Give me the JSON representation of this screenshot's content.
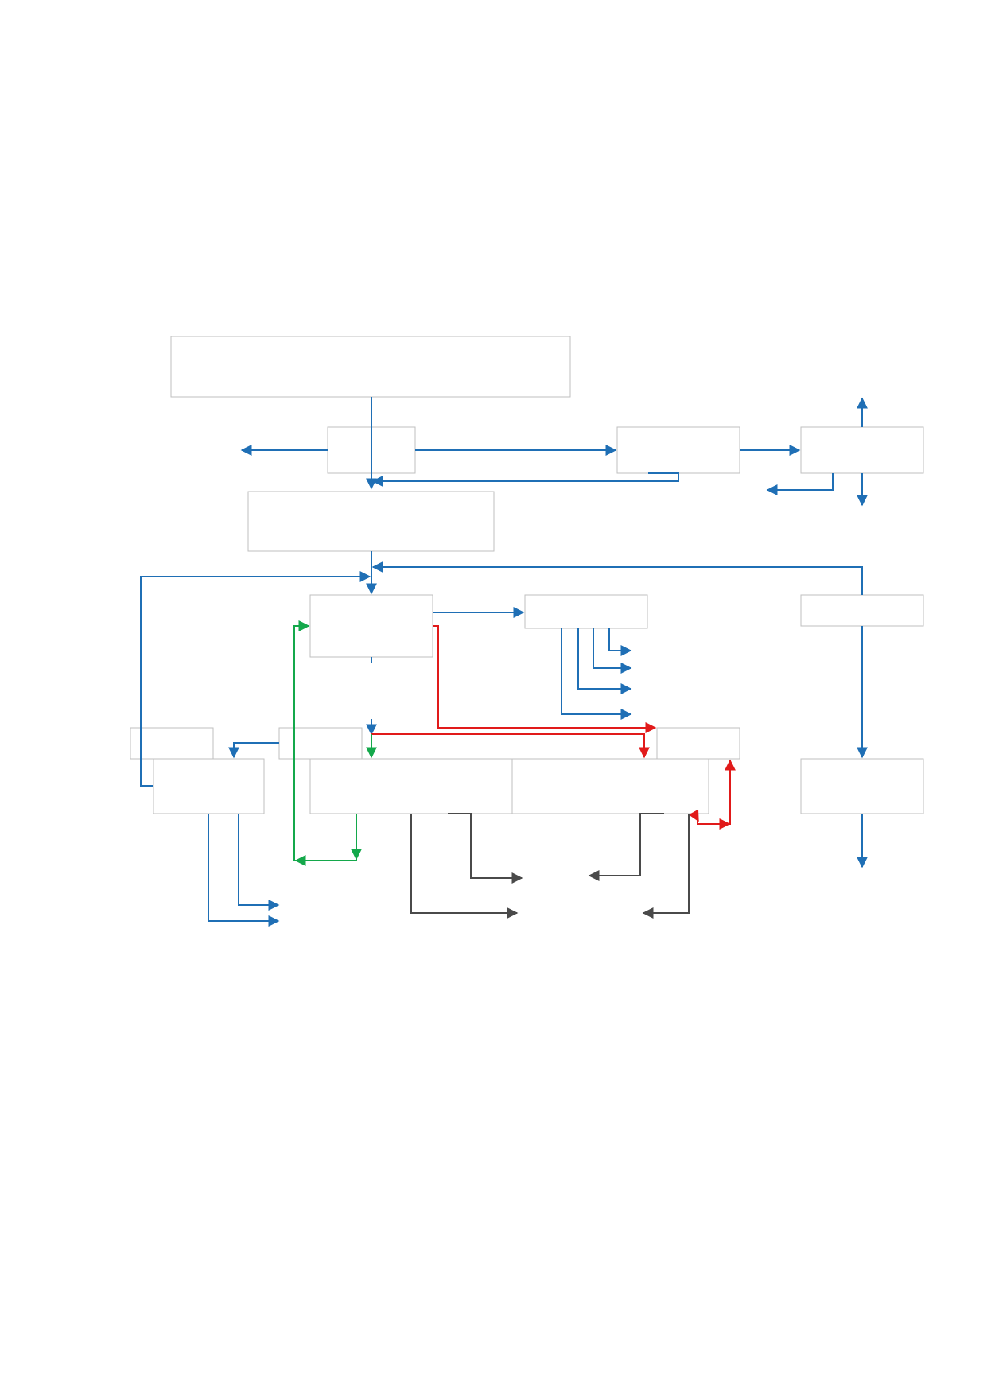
{
  "diagram": {
    "background": "#ffffff",
    "colors": {
      "box_border": "#bfbfbf",
      "blue": "#1f6fb5",
      "red": "#e11a1a",
      "green": "#14a84b",
      "dark": "#4a4a4a"
    },
    "boxes": [
      {
        "id": "box-top-wide",
        "label": ""
      },
      {
        "id": "box-row2-left",
        "label": ""
      },
      {
        "id": "box-row2-mid",
        "label": ""
      },
      {
        "id": "box-row2-right",
        "label": ""
      },
      {
        "id": "box-row3-wide",
        "label": ""
      },
      {
        "id": "box-row4-center",
        "label": ""
      },
      {
        "id": "box-row4-mid",
        "label": ""
      },
      {
        "id": "box-row4-right",
        "label": ""
      },
      {
        "id": "box-row5-small-left",
        "label": ""
      },
      {
        "id": "box-row5-small-center",
        "label": ""
      },
      {
        "id": "box-row5-small-right",
        "label": ""
      },
      {
        "id": "box-row6-left",
        "label": ""
      },
      {
        "id": "box-row6-center-left",
        "label": ""
      },
      {
        "id": "box-row6-center-right",
        "label": ""
      },
      {
        "id": "box-row6-right",
        "label": ""
      }
    ],
    "connectors": [
      {
        "id": "conn-top-to-row3",
        "color": "blue"
      },
      {
        "id": "conn-row2left-out-left",
        "color": "blue"
      },
      {
        "id": "conn-row2left-to-row2mid",
        "color": "blue"
      },
      {
        "id": "conn-row2mid-to-row2right",
        "color": "blue"
      },
      {
        "id": "conn-row2mid-return",
        "color": "blue"
      },
      {
        "id": "conn-row2right-up",
        "color": "blue"
      },
      {
        "id": "conn-row2right-down",
        "color": "blue"
      },
      {
        "id": "conn-row2right-out-left",
        "color": "blue"
      },
      {
        "id": "conn-row3-to-row4center",
        "color": "blue"
      },
      {
        "id": "conn-row4right-feedback",
        "color": "blue"
      },
      {
        "id": "conn-left-loop-feedback",
        "color": "blue"
      },
      {
        "id": "conn-row4center-to-row4mid",
        "color": "blue"
      },
      {
        "id": "conn-row4mid-out-1",
        "color": "blue"
      },
      {
        "id": "conn-row4mid-out-2",
        "color": "blue"
      },
      {
        "id": "conn-row4mid-out-3",
        "color": "blue"
      },
      {
        "id": "conn-row4mid-out-4",
        "color": "blue"
      },
      {
        "id": "conn-row4right-down",
        "color": "blue"
      },
      {
        "id": "conn-row6right-down",
        "color": "blue"
      },
      {
        "id": "conn-row4center-down",
        "color": "blue"
      },
      {
        "id": "conn-row5center-to-row6left",
        "color": "blue"
      },
      {
        "id": "conn-row6left-out-1",
        "color": "blue"
      },
      {
        "id": "conn-row6left-out-2",
        "color": "blue"
      },
      {
        "id": "conn-red-row4center-to-row5right",
        "color": "red"
      },
      {
        "id": "conn-red-row5center-to-row6centerright",
        "color": "red"
      },
      {
        "id": "conn-red-row6centerright-loop",
        "color": "red"
      },
      {
        "id": "conn-green-loop",
        "color": "green"
      },
      {
        "id": "conn-green-row5center-down",
        "color": "green"
      },
      {
        "id": "conn-dark-out-1",
        "color": "dark"
      },
      {
        "id": "conn-dark-out-2",
        "color": "dark"
      },
      {
        "id": "conn-dark-in-1",
        "color": "dark"
      },
      {
        "id": "conn-dark-in-2",
        "color": "dark"
      }
    ]
  }
}
